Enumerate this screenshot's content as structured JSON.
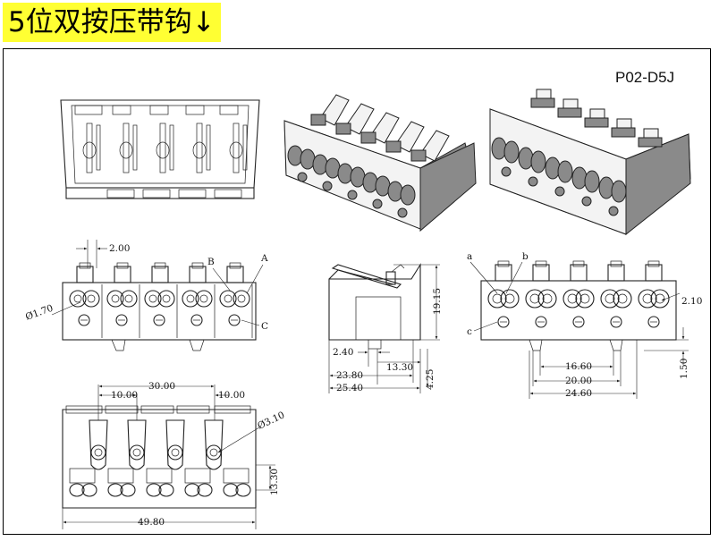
{
  "title": "5位双按压带钩↓",
  "model_label": "P02-D5J",
  "front_view": {
    "dim_top": "2.00",
    "callouts": [
      "B",
      "A",
      "C"
    ],
    "dim_left": "Ø1.70"
  },
  "side_view": {
    "dims": [
      "19.15",
      "2.40",
      "13.30",
      "23.80",
      "25.40",
      "4.25"
    ]
  },
  "rear_view": {
    "callouts": [
      "a",
      "b",
      "c"
    ],
    "dims": [
      "2.10",
      "16.60",
      "20.00",
      "24.60",
      "1.50"
    ]
  },
  "bottom_view": {
    "dims": [
      "30.00",
      "10.00",
      "10.00",
      "Ø3.10",
      "13.30",
      "49.80"
    ]
  },
  "colors": {
    "title_highlight": "#ffff33",
    "line": "#222222"
  }
}
